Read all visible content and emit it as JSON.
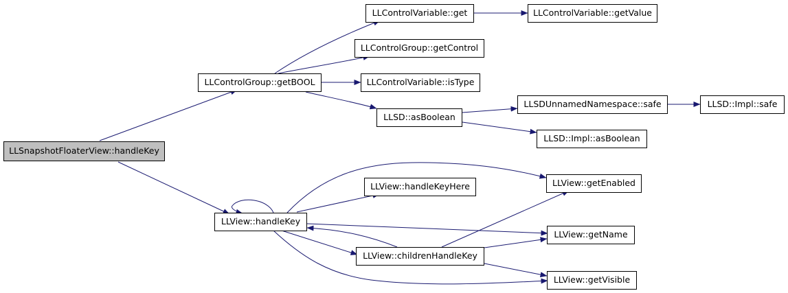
{
  "nodes": {
    "handle_key_root": "LLSnapshotFloaterView::handleKey",
    "get_bool": "LLControlGroup::getBOOL",
    "cv_get": "LLControlVariable::get",
    "cv_get_value": "LLControlVariable::getValue",
    "cg_get_control": "LLControlGroup::getControl",
    "cv_is_type": "LLControlVariable::isType",
    "as_boolean": "LLSD::asBoolean",
    "unnamed_safe": "LLSDUnnamedNamespace::safe",
    "impl_safe": "LLSD::Impl::safe",
    "impl_as_boolean": "LLSD::Impl::asBoolean",
    "view_handle_key": "LLView::handleKey",
    "handle_key_here": "LLView::handleKeyHere",
    "get_enabled": "LLView::getEnabled",
    "get_name": "LLView::getName",
    "children_handle_key": "LLView::childrenHandleKey",
    "get_visible": "LLView::getVisible"
  },
  "colors": {
    "edge": "#191970",
    "root_fill": "#bfbfbf",
    "node_border": "#000000"
  }
}
